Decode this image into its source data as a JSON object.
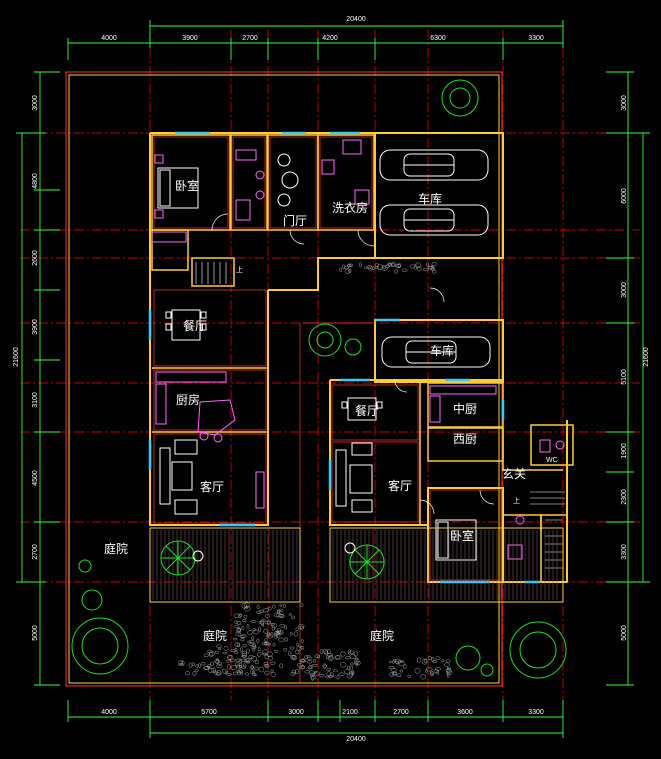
{
  "colors": {
    "background": "#000000",
    "wall_outer": "#ffcc33",
    "wall_inner": "#ff3333",
    "axis_red": "#ff0000",
    "dim_green": "#33ff33",
    "furniture": "#ff66ff",
    "window_cyan": "#33ccff",
    "text_white": "#ffffff",
    "tree_green": "#22dd22"
  },
  "dimensions": {
    "top_total": "20400",
    "bottom_total": "20400",
    "top_segments": [
      "4000",
      "3900",
      "2700",
      "4200",
      "6300",
      "3300"
    ],
    "bottom_segments": [
      "4000",
      "5700",
      "3000",
      "2100",
      "2700",
      "3600",
      "3300"
    ],
    "left_total": "21600",
    "right_total": "21600",
    "left_segments": [
      "3000",
      "4800",
      "2600",
      "3900",
      "3100",
      "4500",
      "2700",
      "5000"
    ],
    "right_segments": [
      "3000",
      "6000",
      "3000",
      "5100",
      "1900",
      "2300",
      "3300",
      "5000"
    ]
  },
  "rooms": {
    "bedroom_1": "卧室",
    "entry_hall": "门厅",
    "laundry": "洗衣房",
    "garage_1": "车库",
    "dining_1": "餐厅",
    "kitchen_1": "厨房",
    "living_1": "客厅",
    "courtyard_1": "庭院",
    "garage_2": "车库",
    "chinese_kitchen": "中厨",
    "dining_2": "餐厅",
    "western_kitchen": "西厨",
    "foyer": "玄关",
    "wc": "WC",
    "living_2": "客厅",
    "bedroom_2": "卧室",
    "courtyard_2": "庭院",
    "courtyard_3": "庭院"
  },
  "stair_marks": [
    "上",
    "上"
  ]
}
